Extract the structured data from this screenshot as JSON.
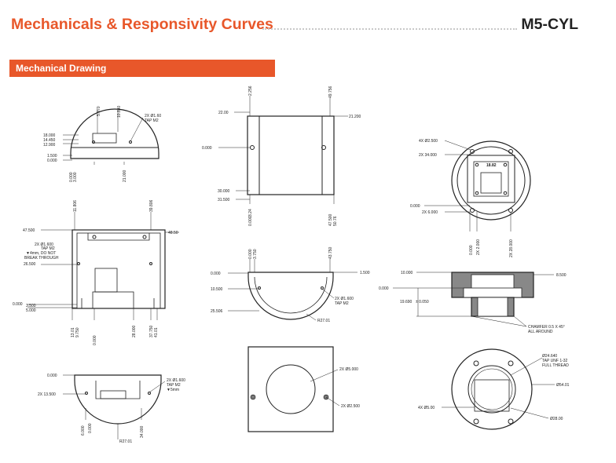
{
  "header": {
    "title": "Mechanicals & Responsivity Curves",
    "model": "M5-CYL"
  },
  "section": {
    "label": "Mechanical Drawing"
  },
  "views": {
    "top_half_side": {
      "labels": [
        "18.000",
        "14.450",
        "12.900",
        "1.500",
        "0.000"
      ],
      "vertical": [
        "5.070",
        "10.840",
        "0.000",
        "3.000",
        "21.000"
      ],
      "callout": [
        "2X Ø1.60",
        "TAP M2"
      ]
    },
    "side_top": {
      "labels": [
        "22.00",
        "0.000",
        "30.000",
        "31.500",
        "21.200"
      ],
      "vertical": [
        "2.256",
        "49.756",
        "0.000",
        "3.24",
        "47.500",
        "50.76"
      ]
    },
    "rear_round_top": {
      "labels": [
        "4X Ø2.500",
        "2X 34.000",
        "0.000",
        "2X 6.000"
      ],
      "vertical": [
        "0.000",
        "2X 2.000",
        "2X 28.000"
      ],
      "center": "18.82"
    },
    "front_square": {
      "labels": [
        "47.500",
        "48.50",
        "2X Ø1.600",
        "TAP M2",
        "▼4mm, DO NOT",
        "BREAK THROUGH",
        "26.500",
        "0.000",
        "3.500",
        "5.000"
      ],
      "vertical": [
        "11.806",
        "39.806",
        "13.01",
        "9.750",
        "0.000",
        "28.000",
        "37.750",
        "41.01"
      ]
    },
    "half_round_mid": {
      "labels": [
        "0.000",
        "10.500",
        "25.506",
        "1.500",
        "2X Ø1.600",
        "TAP M2",
        "R27.01"
      ],
      "vertical": [
        "0.000",
        "3.750",
        "43.750"
      ]
    },
    "cross_section": {
      "labels": [
        "10.000",
        "0.000",
        "19.690",
        "± 0.050",
        "8.500",
        "CHAMFER 0.5 X 45°",
        "ALL AROUND"
      ]
    },
    "bottom_half": {
      "labels": [
        "0.000",
        "2X 13.500",
        "2X Ø1.600",
        "TAP M2",
        "▼5mm",
        "R27.01"
      ],
      "vertical": [
        "6.000",
        "0.000",
        "34.000"
      ]
    },
    "bottom_square": {
      "labels": [
        "2X Ø5.000",
        "2X Ø2.500"
      ]
    },
    "bottom_round": {
      "labels": [
        "Ø24.640",
        "TAP UNF 1-32",
        "FULL THREAD",
        "Ø54.01",
        "4X Ø5.00",
        "Ø28.00"
      ]
    }
  },
  "colors": {
    "accent": "#e8572a",
    "line": "#222222"
  }
}
